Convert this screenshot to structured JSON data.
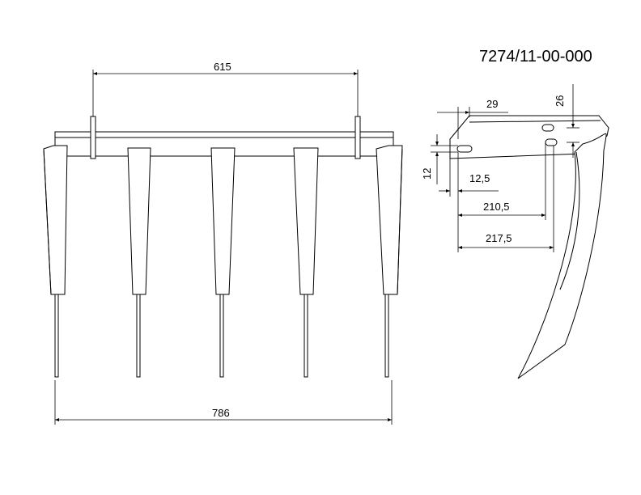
{
  "drawing_number": "7274/11-00-000",
  "dimensions": {
    "d615": "615",
    "d786": "786",
    "d29": "29",
    "d26": "26",
    "d12": "12",
    "d12_5": "12,5",
    "d210_5": "210,5",
    "d217_5": "217,5"
  }
}
